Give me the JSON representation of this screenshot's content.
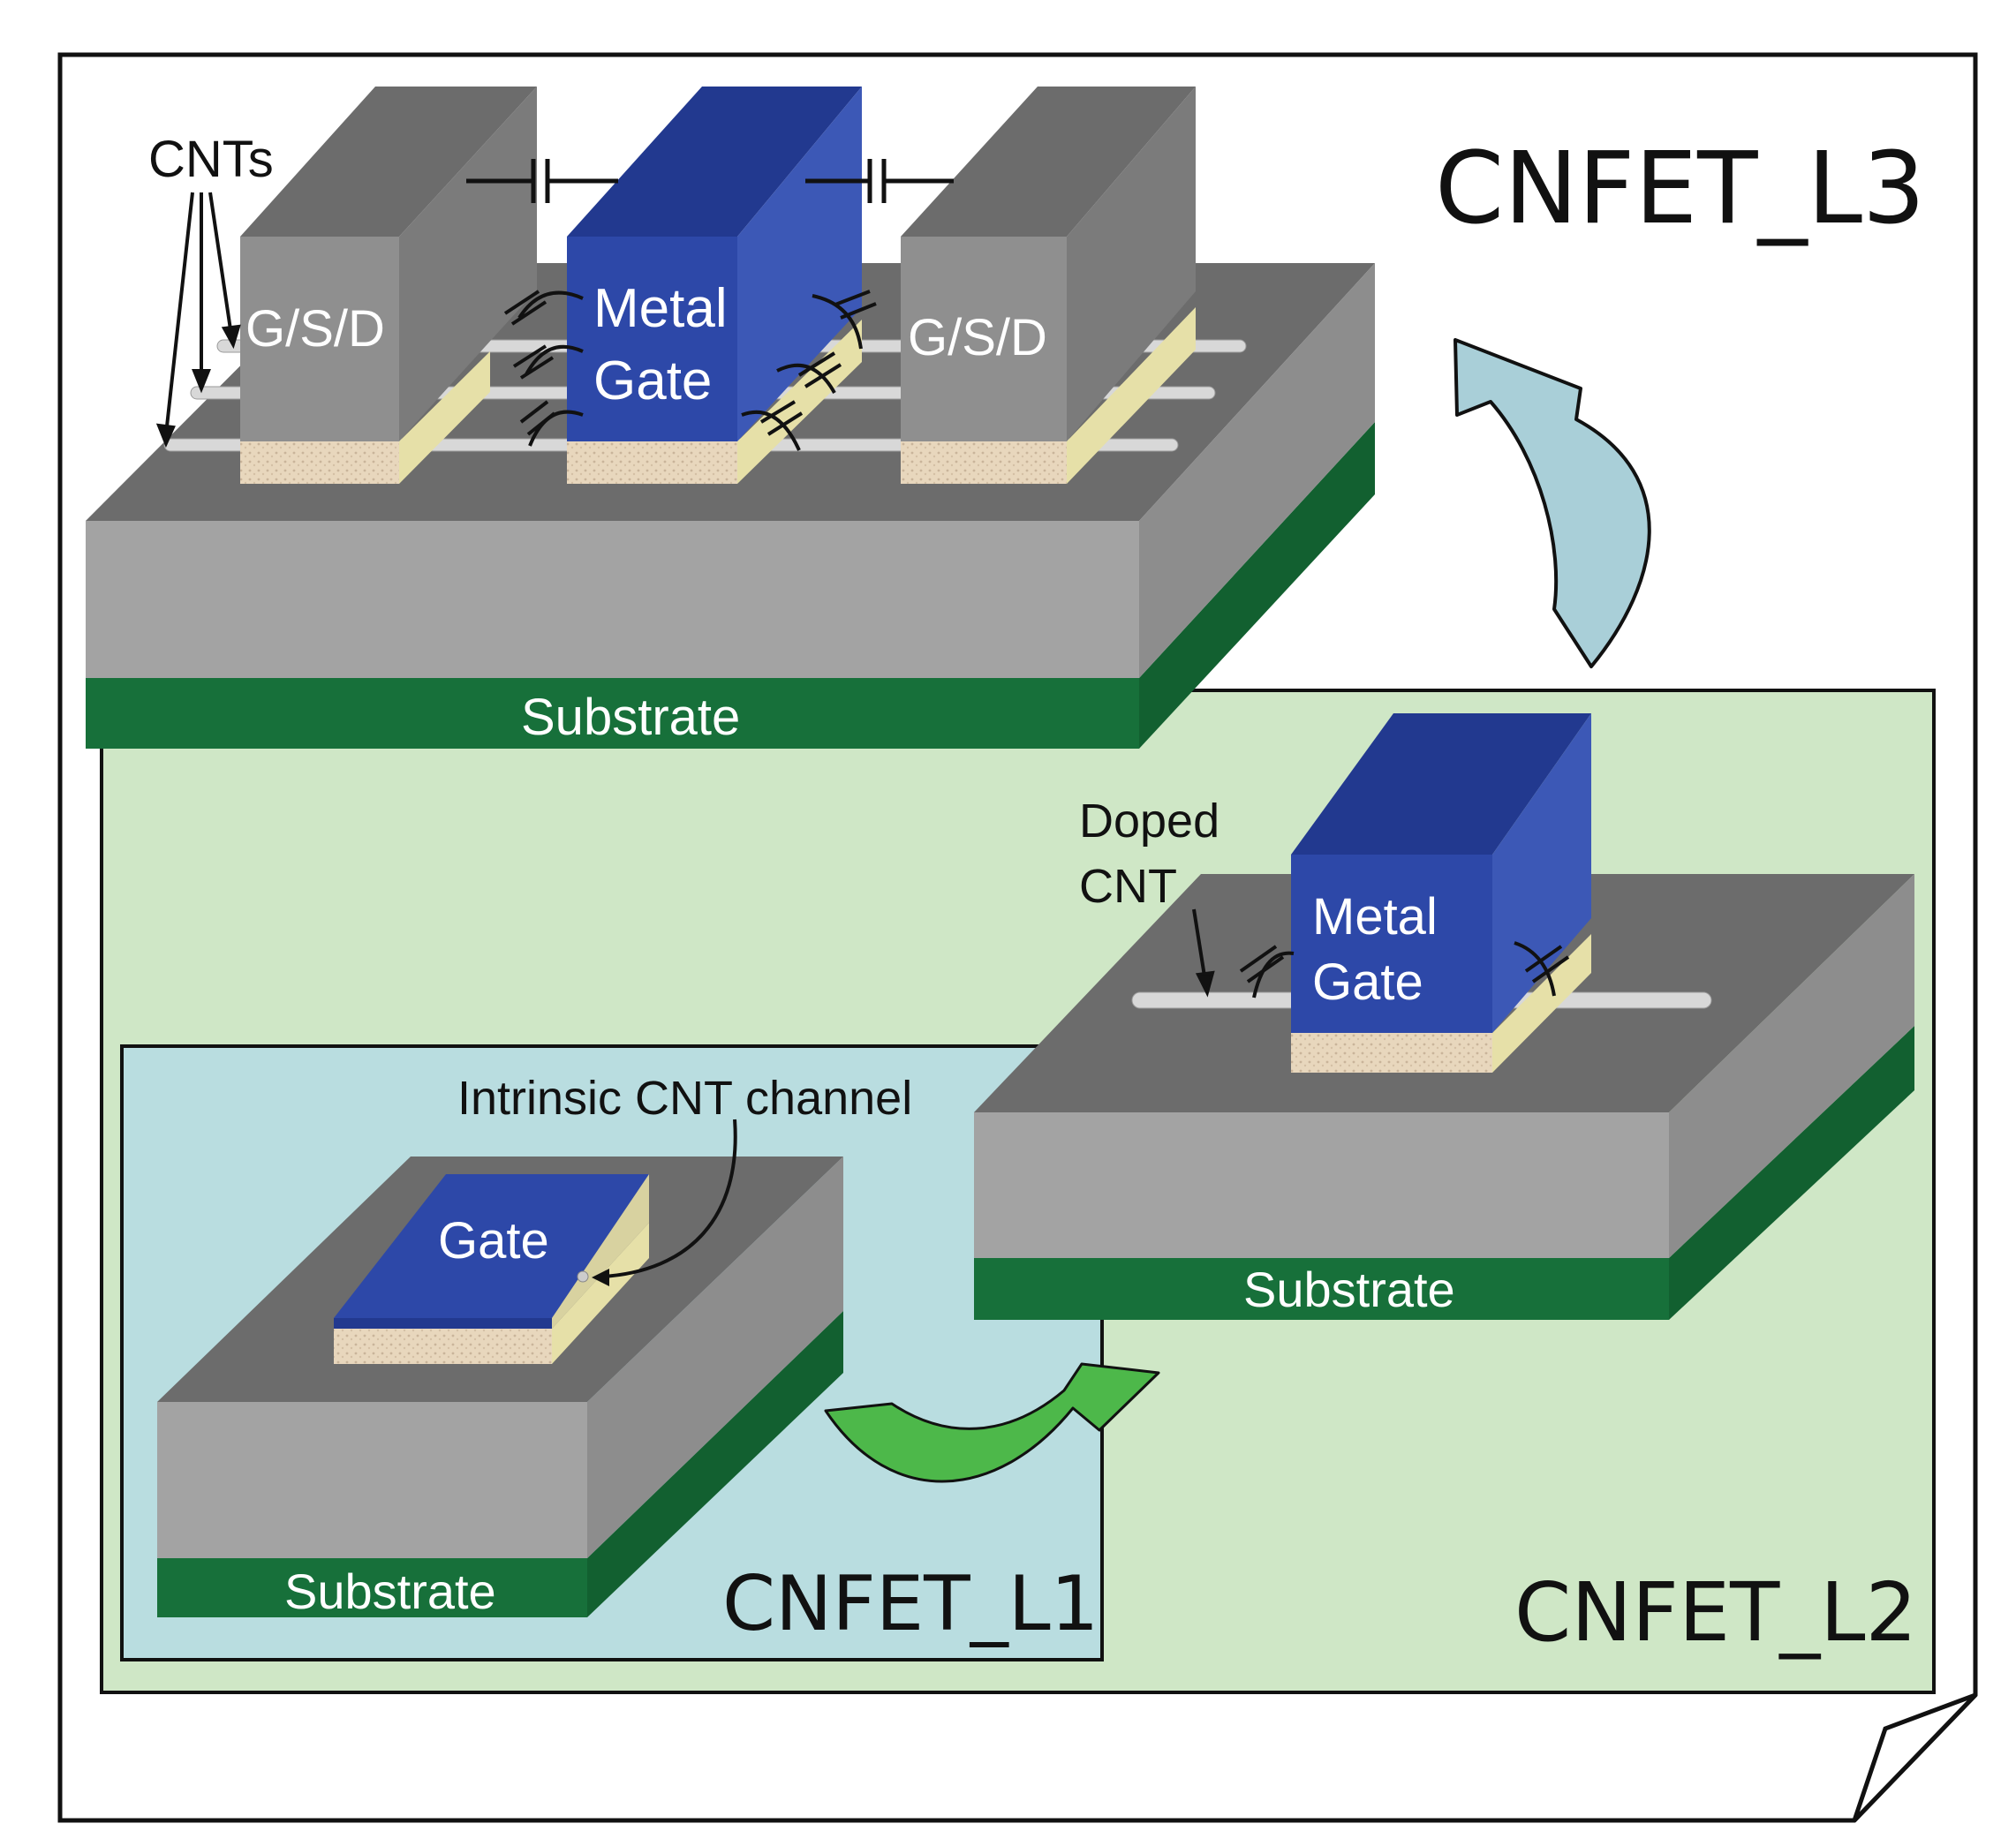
{
  "levels": {
    "l3": "CNFET_L3",
    "l2": "CNFET_L2",
    "l1": "CNFET_L1"
  },
  "l3_device": {
    "cnts_label": "CNTs",
    "gsd_left": "G/S/D",
    "gsd_right": "G/S/D",
    "metal_gate_line1": "Metal",
    "metal_gate_line2": "Gate",
    "substrate": "Substrate"
  },
  "l2_device": {
    "doped_line1": "Doped",
    "doped_line2": "CNT",
    "metal_gate_line1": "Metal",
    "metal_gate_line2": "Gate",
    "substrate": "Substrate"
  },
  "l1_device": {
    "channel_label": "Intrinsic CNT channel",
    "gate": "Gate",
    "substrate": "Substrate"
  },
  "colors": {
    "l2_background": "#cfe7c6",
    "l1_background": "#b9dde0",
    "substrate": "#17703a",
    "metal_gate": "#2d48a8",
    "arrow_l1_to_l2": "#4db84a",
    "arrow_l2_to_l3": "#a9cfd8"
  }
}
